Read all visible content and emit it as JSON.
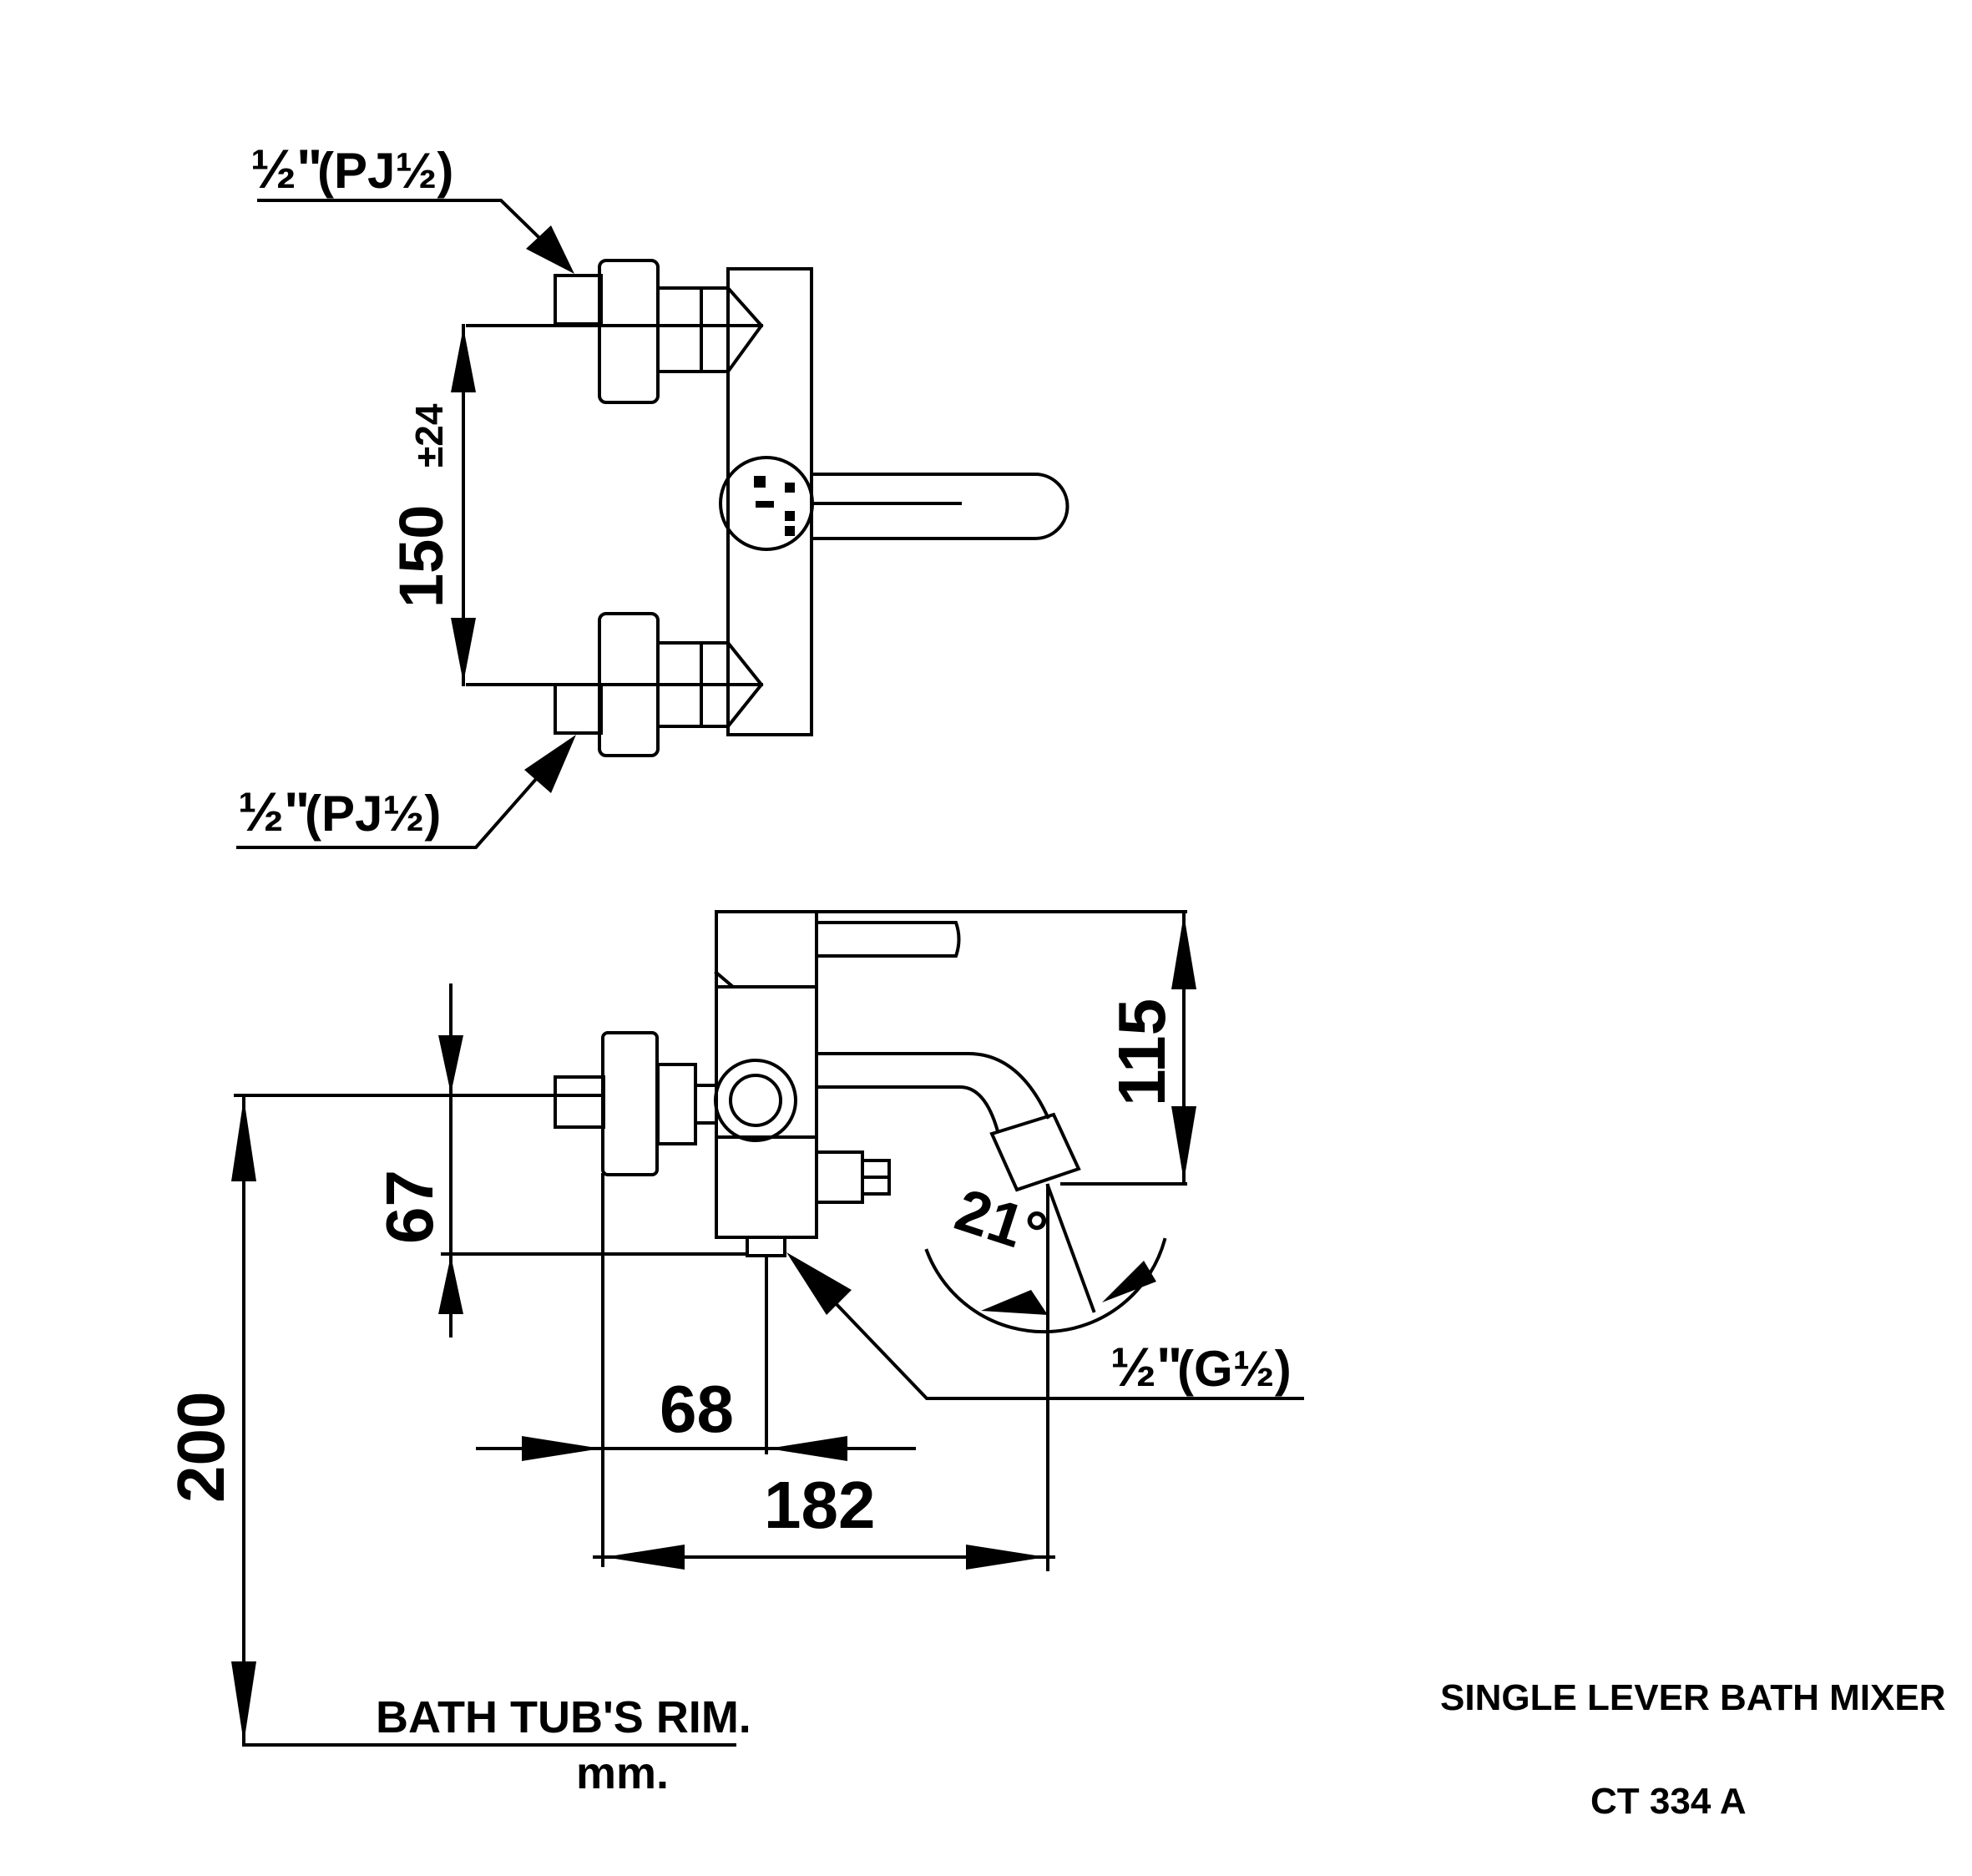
{
  "dimensions": {
    "inlet_spacing": "150",
    "inlet_tolerance": "±24",
    "height_115": "115",
    "height_67": "67",
    "height_200": "200",
    "depth_68": "68",
    "depth_182": "182",
    "angle": "21°"
  },
  "labels": {
    "inlet_top_fraction": "½\"",
    "inlet_top_thread": "(PJ½)",
    "inlet_bottom_fraction": "½\"",
    "inlet_bottom_thread": "(PJ½)",
    "outlet_fraction": "½\"",
    "outlet_thread": "(G½)",
    "rim_label": "BATH TUB'S RIM.",
    "unit": "mm."
  },
  "title_block": {
    "product_name": "SINGLE LEVER BATH MIXER",
    "model": "CT 334 A"
  }
}
